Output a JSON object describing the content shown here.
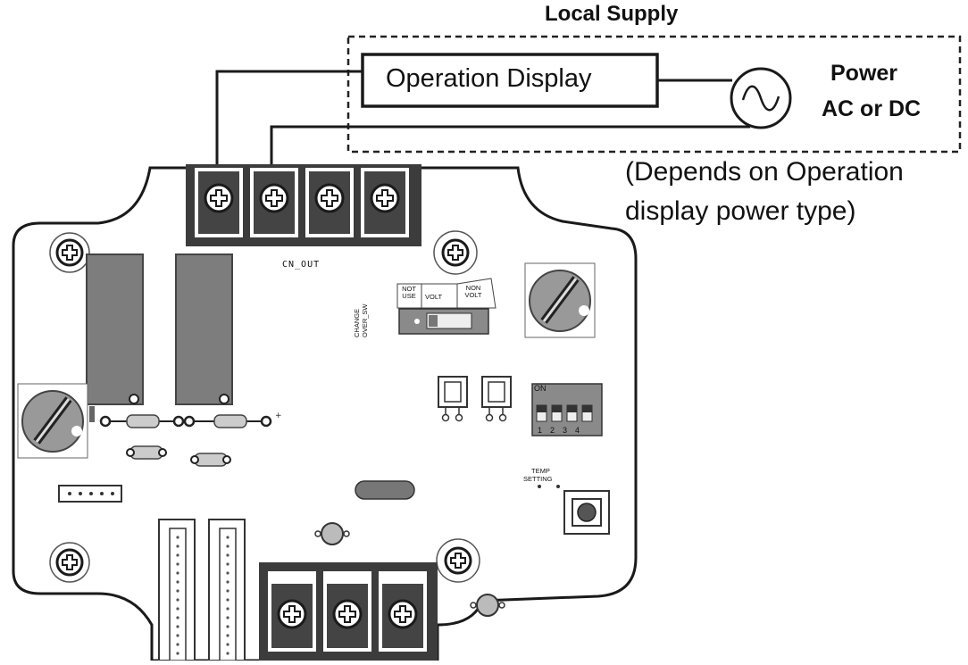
{
  "labels": {
    "local_supply": "Local Supply",
    "operation_display": "Operation Display",
    "power_line1": "Power",
    "power_line2": "AC or DC",
    "depends_line1": "(Depends on Operation",
    "depends_line2": "display power type)",
    "cn_out": "CN_OUT",
    "switch_not_use": "NOT USE",
    "switch_volt": "VOLT",
    "switch_non_volt": "NON VOLT",
    "switch_name": "CHANGE OVER_SW",
    "dip_on": "ON",
    "dip_numbers": "1234",
    "temp_setting_line1": "TEMP",
    "temp_setting_line2": "SETTING"
  },
  "colors": {
    "line": "#1a1a1a",
    "board_fill": "#ffffff",
    "terminal_dark": "#3c3c3c",
    "relay_gray": "#7d7d7d",
    "screw_fill": "#ffffff"
  }
}
